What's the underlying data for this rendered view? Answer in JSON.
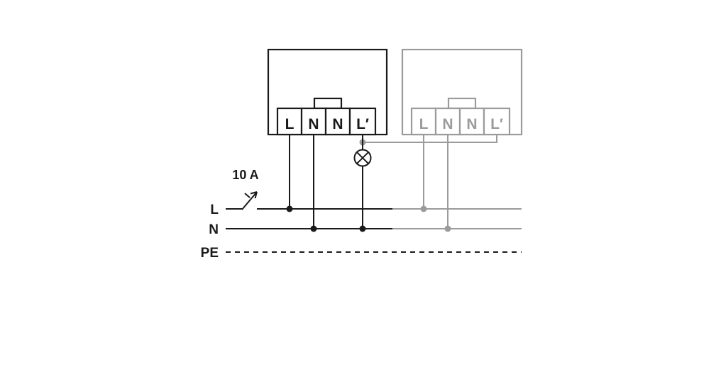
{
  "colors": {
    "active": "#1a1a1a",
    "inactive": "#9b9b9b",
    "background": "#ffffff"
  },
  "device_active": {
    "description": "wired timer/relay device (active, black)",
    "terminals": [
      "L",
      "N",
      "N",
      "L′"
    ]
  },
  "device_inactive": {
    "description": "second identical device (inactive, gray)",
    "terminals": [
      "L",
      "N",
      "N",
      "L′"
    ]
  },
  "fuse": {
    "label": "10 A"
  },
  "bus_lines": [
    {
      "label": "L"
    },
    {
      "label": "N"
    },
    {
      "label": "PE"
    }
  ],
  "icons": {
    "lamp": "lamp-icon (circle with X = load/light)",
    "breaker": "circuit-breaker-icon (switch with 10 A rating)",
    "junction": "junction-dot (filled circle wire joint)"
  }
}
